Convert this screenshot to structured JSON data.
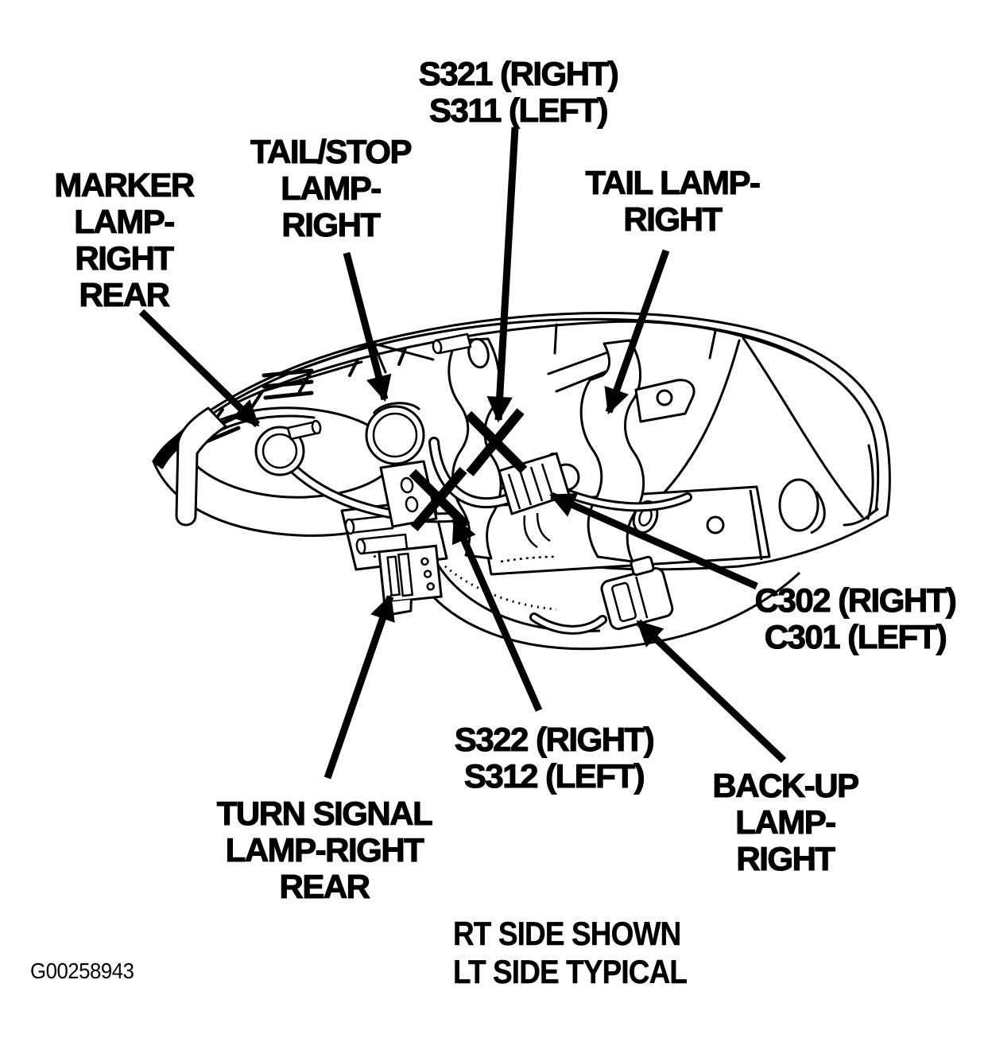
{
  "figure": {
    "description": "Rear tail lamp assembly wiring component locator diagram",
    "id": "G00258943",
    "note_line1": "RT SIDE SHOWN",
    "note_line2": "LT SIDE TYPICAL"
  },
  "labels": {
    "splice_top": {
      "line1": "S321 (RIGHT)",
      "line2": "S311 (LEFT)"
    },
    "tail_stop": {
      "line1": "TAIL/STOP",
      "line2": "LAMP-",
      "line3": "RIGHT"
    },
    "marker": {
      "line1": "MARKER",
      "line2": "LAMP-",
      "line3": "RIGHT",
      "line4": "REAR"
    },
    "tail": {
      "line1": "TAIL LAMP-",
      "line2": "RIGHT"
    },
    "connector": {
      "line1": "C302 (RIGHT)",
      "line2": "C301 (LEFT)"
    },
    "splice_bottom": {
      "line1": "S322 (RIGHT)",
      "line2": "S312 (LEFT)"
    },
    "turn_signal": {
      "line1": "TURN SIGNAL",
      "line2": "LAMP-RIGHT",
      "line3": "REAR"
    },
    "backup": {
      "line1": "BACK-UP",
      "line2": "LAMP-",
      "line3": "RIGHT"
    }
  },
  "colors": {
    "ink": "#000000",
    "paper": "#ffffff"
  }
}
